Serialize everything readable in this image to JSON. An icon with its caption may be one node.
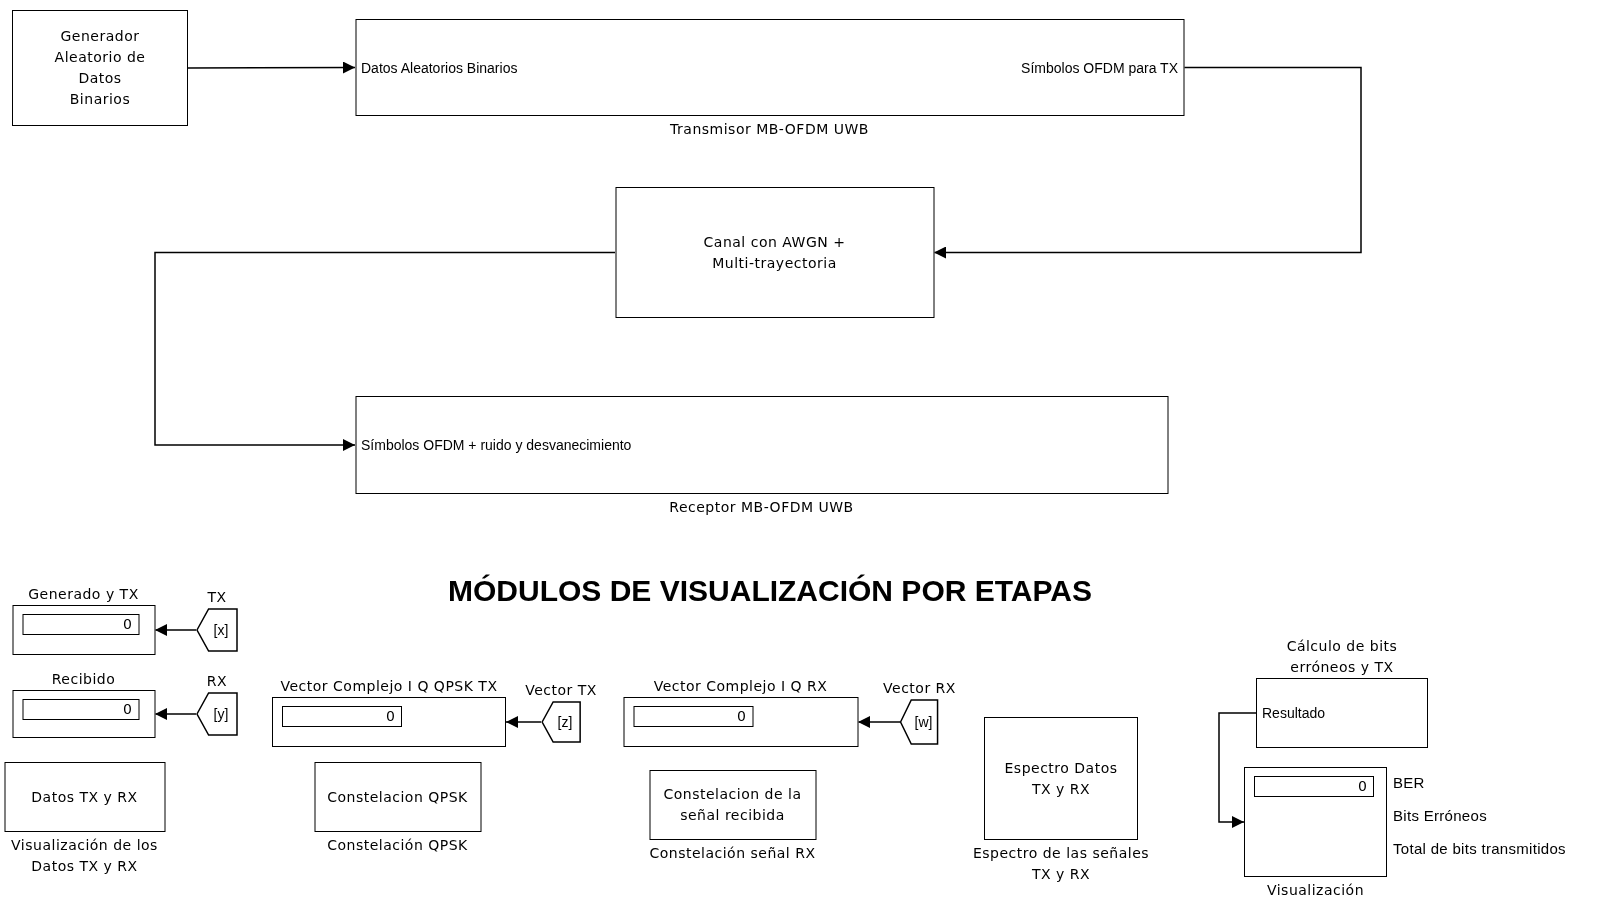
{
  "diagram": {
    "title": "MÓDULOS DE VISUALIZACIÓN POR ETAPAS",
    "nodes": [
      {
        "text": [
          "Generador Aleatorio de Datos Binarios"
        ]
      },
      {
        "text": [
          "Datos Aleatorios Binarios",
          "Símbolos OFDM para TX"
        ],
        "beside": [
          "Transmisor MB-OFDM UWB"
        ]
      },
      {
        "text": [
          "Canal con AWGN + Multi-trayectoria"
        ]
      },
      {
        "text": [
          "Símbolos OFDM + ruido y desvanecimiento"
        ],
        "beside": [
          "Receptor MB-OFDM UWB"
        ]
      },
      {
        "text": [
          "Generado y TX",
          "0"
        ]
      },
      {
        "text": [
          "TX",
          "[x]"
        ]
      },
      {
        "text": [
          "Recibido",
          "0"
        ]
      },
      {
        "text": [
          "RX",
          "[y]"
        ]
      },
      {
        "text": [
          "Datos TX y RX"
        ],
        "beside": [
          "Visualización de los Datos TX y RX"
        ]
      },
      {
        "text": [
          "Vector Complejo I Q QPSK TX",
          "0"
        ]
      },
      {
        "text": [
          "Vector TX",
          "[z]"
        ]
      },
      {
        "text": [
          "Constelacion QPSK"
        ],
        "beside": [
          "Constelación QPSK"
        ]
      },
      {
        "text": [
          "Vector Complejo I Q RX",
          "0"
        ]
      },
      {
        "text": [
          "Vector RX",
          "[w]"
        ]
      },
      {
        "text": [
          "Constelacion de la señal recibida"
        ],
        "beside": [
          "Constelación señal RX"
        ]
      },
      {
        "text": [
          "Espectro Datos TX y RX"
        ],
        "beside": [
          "Espectro de las señales TX y RX"
        ]
      },
      {
        "text": [
          "Cálculo de bits erróneos y TX",
          "Resultado"
        ]
      },
      {
        "text": [
          "0"
        ],
        "beside": [
          "BER",
          "Bits Erróneos",
          "Total de bits transmitidos",
          "Visualización"
        ]
      }
    ],
    "edges": [
      {
        "from": 0,
        "to": 1,
        "arrow": "to"
      },
      {
        "from": 1,
        "to": 2,
        "arrow": "to"
      },
      {
        "from": 2,
        "to": 3,
        "arrow": "to"
      },
      {
        "from": 5,
        "to": 4,
        "arrow": "to"
      },
      {
        "from": 7,
        "to": 6,
        "arrow": "to"
      },
      {
        "from": 10,
        "to": 9,
        "arrow": "to"
      },
      {
        "from": 13,
        "to": 12,
        "arrow": "to"
      },
      {
        "from": 16,
        "to": 17,
        "arrow": "to"
      }
    ]
  }
}
